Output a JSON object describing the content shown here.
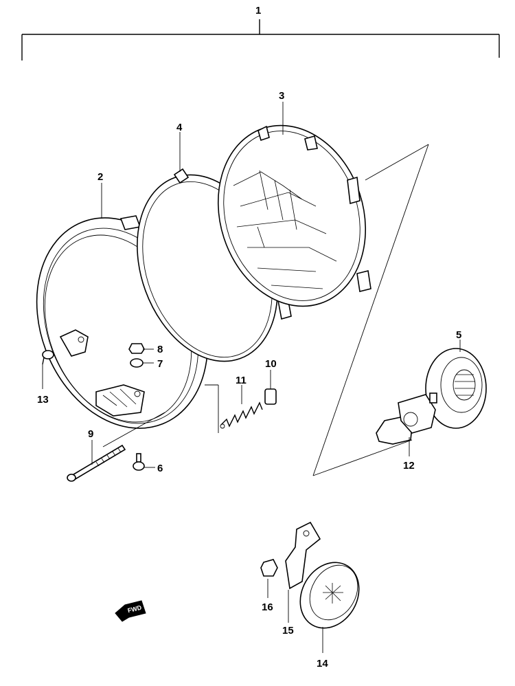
{
  "callouts": {
    "c1": "1",
    "c2": "2",
    "c3": "3",
    "c4": "4",
    "c5": "5",
    "c6": "6",
    "c7": "7",
    "c8": "8",
    "c9": "9",
    "c10": "10",
    "c11": "11",
    "c12": "12",
    "c13": "13",
    "c14": "14",
    "c15": "15",
    "c16": "16"
  },
  "fwd_label": "FWD",
  "colors": {
    "ink": "#000000",
    "paper": "#ffffff"
  }
}
